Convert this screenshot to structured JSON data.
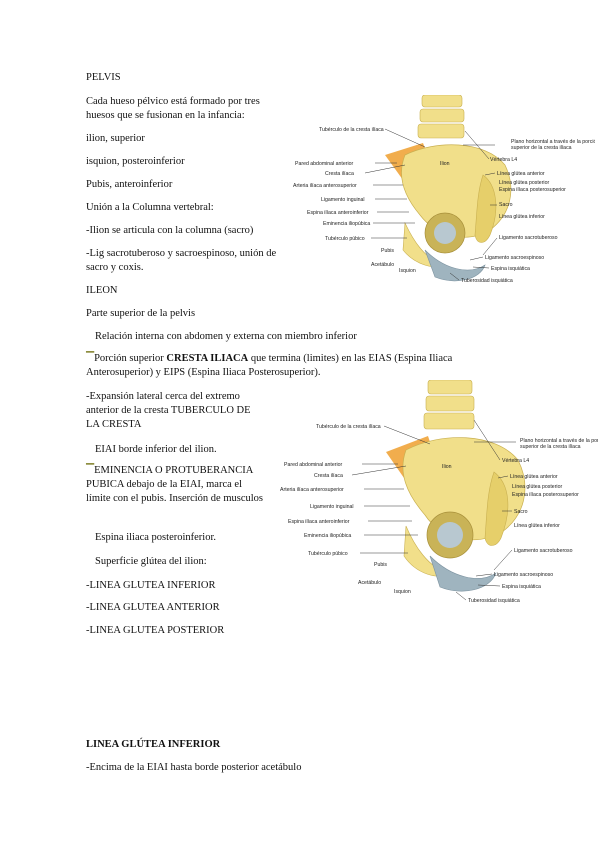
{
  "doc": {
    "title": "PELVIS",
    "intro": "Cada hueso pélvico está formado por tres huesos que se fusionan en la infancia:",
    "p_ilion": "ilion, superior",
    "p_isquion": "isquion, posteroinferior",
    "p_pubis": "Pubis, anteroinferior",
    "p_union": "Unión a la Columna vertebral:",
    "p_ilion_sacro": "-Ilion se articula con la columna (sacro)",
    "p_lig": "-Lig sacrotuberoso y sacroespinoso, unión de sacro y coxis.",
    "h_ileon": "ILEON",
    "p_parte": "Parte superior de la pelvis",
    "p_relacion": "Relación interna con abdomen y externa con miembro inferior",
    "p_porcion_pre": "Porción superior ",
    "p_porcion_bold": "CRESTA ILIACA",
    "p_porcion_post": " que termina (limites) en las EIAS (Espina Iliaca Anterosuperior) y EIPS (Espina Iliaca Posterosuperior).",
    "p_expansion": "-Expansión lateral cerca del extremo anterior de la cresta TUBERCULO DE LA CRESTA",
    "p_eiai": "EIAI borde inferior del ilion.",
    "p_eminencia": "EMINENCIA O PROTUBERANCIA PUBICA debajo de la EIAI, marca el límite con el pubis. Inserción de musculos",
    "p_espina": "Espina iliaca posteroinferior.",
    "p_superficie": "Superficie glútea del ilion:",
    "p_l_inf": "-LINEA GLUTEA INFERIOR",
    "p_l_ant": "-LINEA GLUTEA ANTERIOR",
    "p_l_post": "-LINEA GLUTEA POSTERIOR",
    "h_linea": "LINEA GLÚTEA INFERIOR",
    "p_encima": "-Encima de la EIAI hasta borde posterior acetábulo"
  },
  "figure": {
    "left_labels": [
      "Tubérculo de la cresta ilíaca",
      "Pared abdominal anterior",
      "Cresta ilíaca",
      "Arteria ilíaca anterosuperior",
      "Ligamento inguinal",
      "Espina ilíaca anteroinferior",
      "Eminencia iliopúbica",
      "Tubérculo púbico"
    ],
    "bottom_labels": [
      "Pubis",
      "Acetábulo",
      "Isquion"
    ],
    "right_labels": [
      "Plano horizontal a través de la porción superior de la cresta ilíaca",
      "Vértebra L4",
      "Línea glútea anterior",
      "Línea glútea posterior",
      "Espina ilíaca posterosuperior",
      "Sacro",
      "Línea glútea inferior",
      "Ligamento sacrotuberoso",
      "Ligamento sacroespinoso",
      "Espina isquiática",
      "Tuberosidad isquiática"
    ],
    "center_label": "Ilion",
    "colors": {
      "bone": "#f1df8a",
      "bone_shade": "#d8bf55",
      "cartilage": "#b8c8d0",
      "ligament": "#9fb4bf",
      "muscle": "#f0a43a"
    }
  }
}
